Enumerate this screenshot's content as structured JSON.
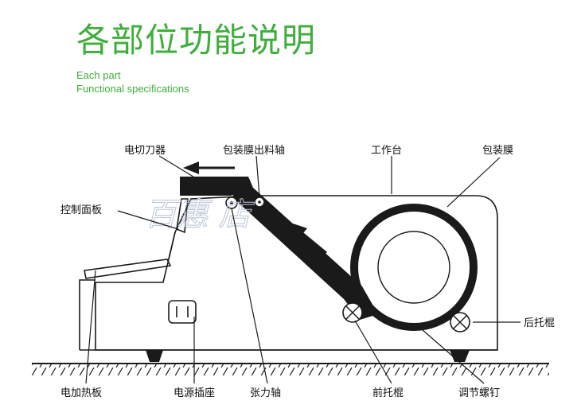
{
  "header": {
    "title": "各部位功能说明",
    "subtitle_line1": "Each part",
    "subtitle_line2": "Functional specifications"
  },
  "labels": {
    "cutter": "电切刀器",
    "film_shaft": "包装膜出料轴",
    "worktable": "工作台",
    "film": "包装膜",
    "control_panel": "控制面板",
    "rear_roller": "后托棍",
    "heating_plate": "电加热板",
    "power_socket": "电源插座",
    "tension_shaft": "张力轴",
    "front_roller": "前托棍",
    "adjust_screw": "调节螺钉"
  },
  "watermark": "百惠 店",
  "colors": {
    "accent": "#3fae3c",
    "line": "#1a1a1a"
  }
}
